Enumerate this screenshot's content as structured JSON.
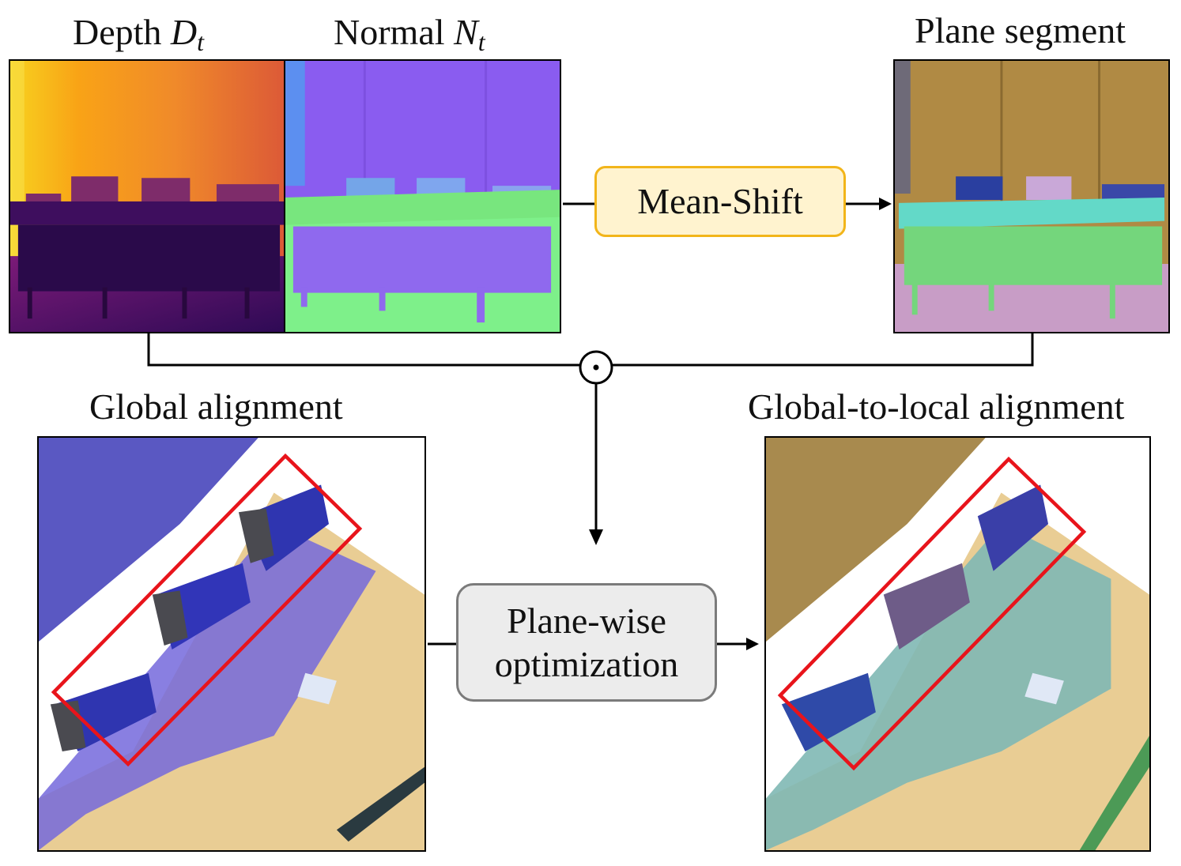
{
  "labels": {
    "depth_text": "Depth",
    "depth_var": "D",
    "depth_sub": "t",
    "normal_text": "Normal",
    "normal_var": "N",
    "normal_sub": "t",
    "plane_segment": "Plane segment",
    "global_alignment": "Global alignment",
    "global_to_local": "Global-to-local alignment"
  },
  "boxes": {
    "mean_shift": "Mean-Shift",
    "plane_wise_line1": "Plane-wise",
    "plane_wise_line2": "optimization"
  },
  "operator": "⊙",
  "colors": {
    "highlight_box": "#e8141b",
    "mean_shift_border": "#f2b51a",
    "mean_shift_fill": "#fff3cf",
    "plane_wise_border": "#7b7b7b",
    "plane_wise_fill": "#ececec"
  }
}
